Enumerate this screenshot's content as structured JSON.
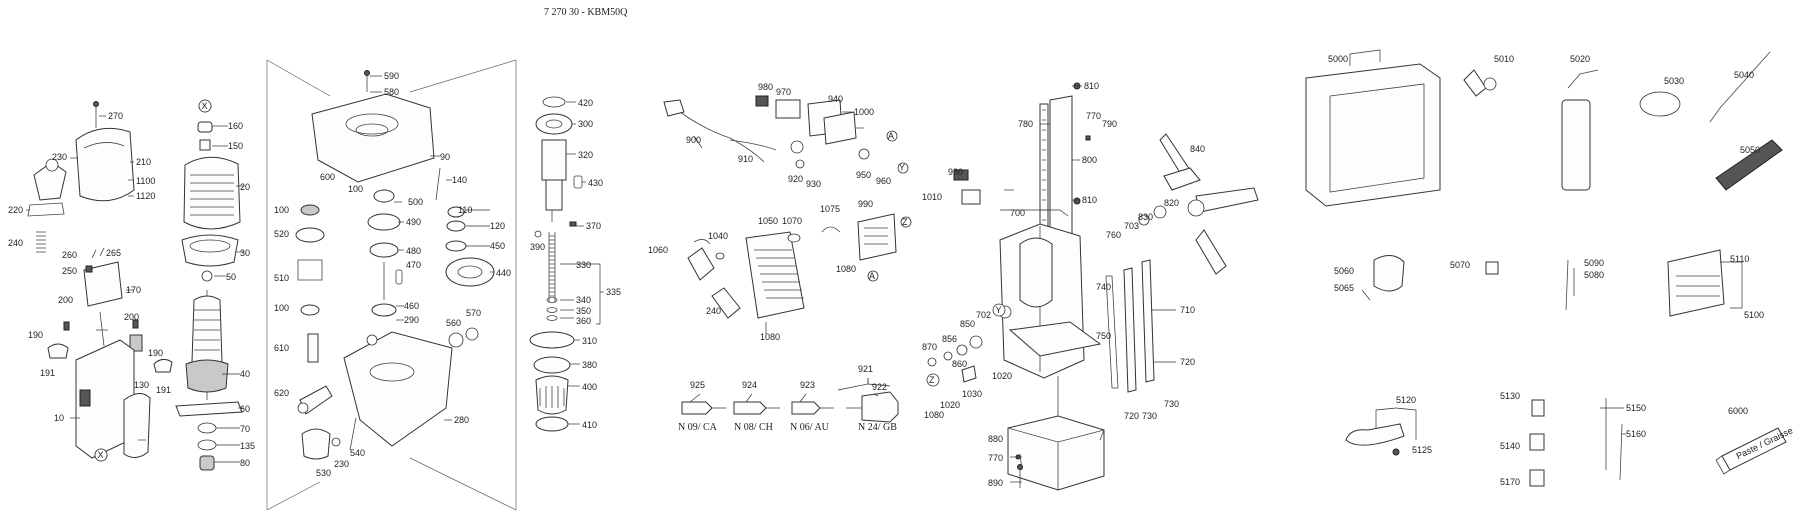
{
  "title": "7 270 30 - KBM50Q",
  "callouts": {
    "x_top": "X",
    "x_bottom": "X",
    "y1": "Y",
    "y2": "Y",
    "z1": "Z",
    "z2": "Z",
    "a1": "A",
    "a2": "A"
  },
  "variants": {
    "n09": "N 09/ CA",
    "n08": "N 08/ CH",
    "n06": "N 06/ AU",
    "n24": "N 24/ GB"
  },
  "labels": {
    "l270": "270",
    "l230a": "230",
    "l210": "210",
    "l1100": "1100",
    "l1120": "1120",
    "l220": "220",
    "l240a": "240",
    "l260": "260",
    "l265": "265",
    "l250": "250",
    "l170": "170",
    "l200a": "200",
    "l200b": "200",
    "l190a": "190",
    "l190b": "190",
    "l191a": "191",
    "l191b": "191",
    "l130": "130",
    "l10": "10",
    "l160": "160",
    "l150": "150",
    "l20": "20",
    "l30": "30",
    "l50": "50",
    "l40": "40",
    "l60": "60",
    "l70": "70",
    "l135": "135",
    "l80": "80",
    "l590": "590",
    "l580": "580",
    "l90": "90",
    "l600": "600",
    "l100a": "100",
    "l500": "500",
    "l140": "140",
    "l100b": "100",
    "l490": "490",
    "l520": "520",
    "l480": "480",
    "l470": "470",
    "l510": "510",
    "l100c": "100",
    "l460": "460",
    "l290": "290",
    "l560": "560",
    "l570": "570",
    "l610": "610",
    "l620": "620",
    "l280": "280",
    "l540": "540",
    "l230b": "230",
    "l530": "530",
    "l110": "110",
    "l120": "120",
    "l450": "450",
    "l440": "440",
    "l420": "420",
    "l300": "300",
    "l320": "320",
    "l430": "430",
    "l370": "370",
    "l390": "390",
    "l330": "330",
    "l340": "340",
    "l350": "350",
    "l360": "360",
    "l335": "335",
    "l310": "310",
    "l380": "380",
    "l400": "400",
    "l410": "410",
    "l980a": "980",
    "l970": "970",
    "l940": "940",
    "l1000": "1000",
    "l900": "900",
    "l910": "910",
    "l920": "920",
    "l930": "930",
    "l950": "950",
    "l960": "960",
    "l1075": "1075",
    "l990": "990",
    "l1080a": "1080",
    "l1050": "1050",
    "l1070": "1070",
    "l1040": "1040",
    "l1060": "1060",
    "l240b": "240",
    "l1080b": "1080",
    "l925": "925",
    "l924": "924",
    "l923": "923",
    "l921": "921",
    "l922": "922",
    "l810a": "810",
    "l780": "780",
    "l770a": "770",
    "l790": "790",
    "l800": "800",
    "l810b": "810",
    "l980b": "980",
    "l1010": "1010",
    "l840": "840",
    "l820": "820",
    "l830": "830",
    "l700": "700",
    "l703": "703",
    "l760": "760",
    "l740": "740",
    "l750": "750",
    "l710": "710",
    "l702": "702",
    "l870": "870",
    "l856": "856",
    "l850": "850",
    "l860": "860",
    "l1020a": "1020",
    "l1030": "1030",
    "l1020b": "1020",
    "l1080c": "1080",
    "l720a": "720",
    "l720b": "720",
    "l730a": "730",
    "l730b": "730",
    "l880": "880",
    "l770b": "770",
    "l890": "890",
    "l5000": "5000",
    "l5010": "5010",
    "l5020": "5020",
    "l5030": "5030",
    "l5040": "5040",
    "l5050": "5050",
    "l5060": "5060",
    "l5065": "5065",
    "l5070": "5070",
    "l5090": "5090",
    "l5080": "5080",
    "l5110": "5110",
    "l5100": "5100",
    "l5120": "5120",
    "l5125": "5125",
    "l5130": "5130",
    "l5140": "5140",
    "l5170": "5170",
    "l5150": "5150",
    "l5160": "5160",
    "l6000": "6000"
  },
  "tube_text": "Paste / Graisse"
}
